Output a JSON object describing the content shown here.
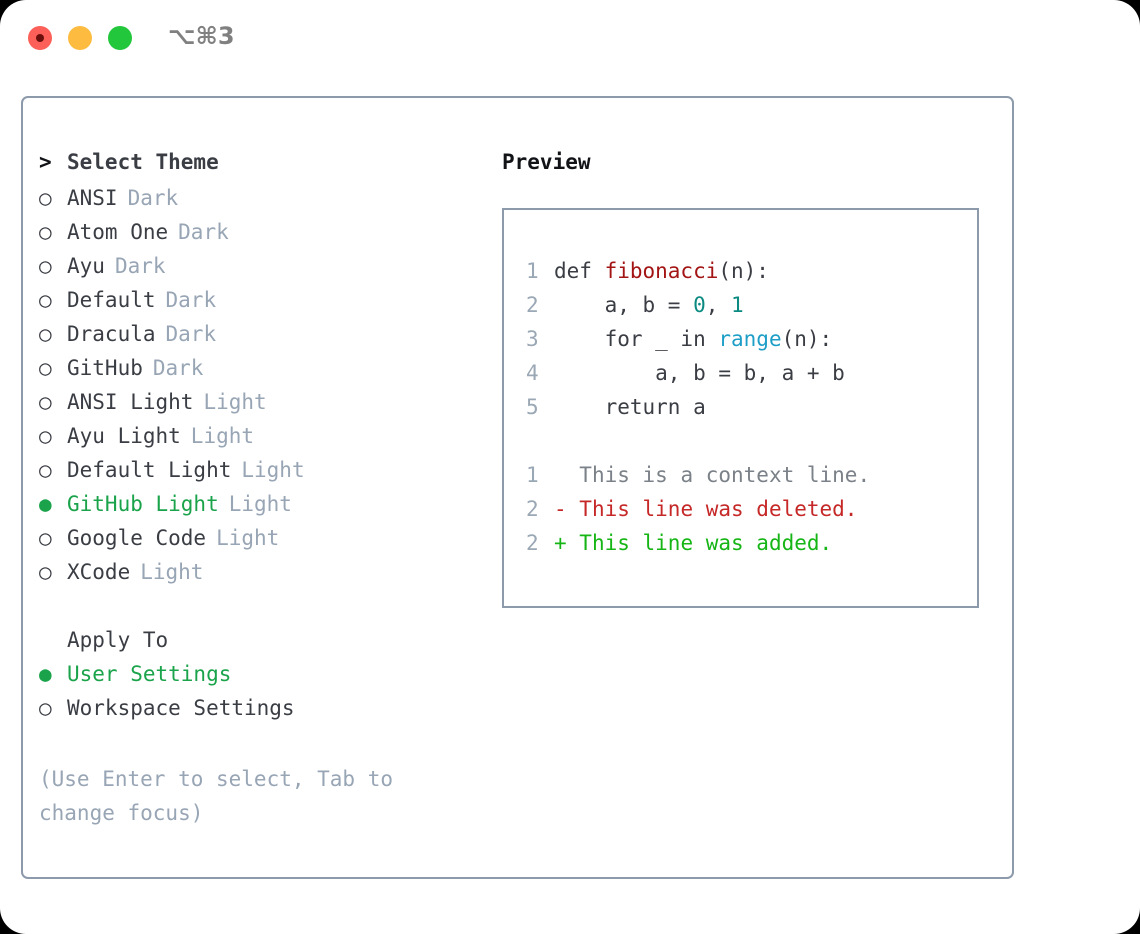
{
  "titlebar": {
    "shortcut": "⌥⌘3",
    "buttons": [
      {
        "name": "close-button",
        "color": "#fc6058"
      },
      {
        "name": "minimize-button",
        "color": "#fdbc40"
      },
      {
        "name": "maximize-button",
        "color": "#22c73c"
      }
    ]
  },
  "theme_picker": {
    "header_marker": ">",
    "header": "Select Theme",
    "items": [
      {
        "marker": "○",
        "label": "ANSI",
        "tag": "Dark",
        "selected": false
      },
      {
        "marker": "○",
        "label": "Atom One",
        "tag": "Dark",
        "selected": false
      },
      {
        "marker": "○",
        "label": "Ayu",
        "tag": "Dark",
        "selected": false
      },
      {
        "marker": "○",
        "label": "Default",
        "tag": "Dark",
        "selected": false
      },
      {
        "marker": "○",
        "label": "Dracula",
        "tag": "Dark",
        "selected": false
      },
      {
        "marker": "○",
        "label": "GitHub",
        "tag": "Dark",
        "selected": false
      },
      {
        "marker": "○",
        "label": "ANSI Light",
        "tag": "Light",
        "selected": false
      },
      {
        "marker": "○",
        "label": "Ayu Light",
        "tag": "Light",
        "selected": false
      },
      {
        "marker": "○",
        "label": "Default Light",
        "tag": "Light",
        "selected": false
      },
      {
        "marker": "●",
        "label": "GitHub Light",
        "tag": "Light",
        "selected": true
      },
      {
        "marker": "○",
        "label": "Google Code",
        "tag": "Light",
        "selected": false
      },
      {
        "marker": "○",
        "label": "XCode",
        "tag": "Light",
        "selected": false
      }
    ]
  },
  "apply_to": {
    "header_marker": " ",
    "header": "Apply To",
    "items": [
      {
        "marker": "●",
        "label": "User Settings",
        "selected": true
      },
      {
        "marker": "○",
        "label": "Workspace Settings",
        "selected": false
      }
    ]
  },
  "hint": "(Use Enter to select, Tab to change focus)",
  "preview": {
    "title": "Preview",
    "code_lines": [
      {
        "number": "1",
        "tokens": [
          {
            "text": "def ",
            "type": "plain"
          },
          {
            "text": "fibonacci",
            "type": "fn"
          },
          {
            "text": "(n):",
            "type": "plain"
          }
        ]
      },
      {
        "number": "2",
        "tokens": [
          {
            "text": "    a, b = ",
            "type": "plain"
          },
          {
            "text": "0",
            "type": "num"
          },
          {
            "text": ", ",
            "type": "plain"
          },
          {
            "text": "1",
            "type": "num"
          }
        ]
      },
      {
        "number": "3",
        "tokens": [
          {
            "text": "    for _ in ",
            "type": "plain"
          },
          {
            "text": "range",
            "type": "call"
          },
          {
            "text": "(n):",
            "type": "plain"
          }
        ]
      },
      {
        "number": "4",
        "tokens": [
          {
            "text": "        a, b = b, a + b",
            "type": "plain"
          }
        ]
      },
      {
        "number": "5",
        "tokens": [
          {
            "text": "    return a",
            "type": "plain"
          }
        ]
      }
    ],
    "diff_lines": [
      {
        "number": "1",
        "prefix": "  ",
        "text": "This is a context line.",
        "kind": "context"
      },
      {
        "number": "2",
        "prefix": "- ",
        "text": "This line was deleted.",
        "kind": "deleted"
      },
      {
        "number": "2",
        "prefix": "+ ",
        "text": "This line was added.",
        "kind": "added"
      }
    ]
  },
  "colors": {
    "accent_green": "#1aa34a",
    "border": "#8d9aab",
    "muted": "#98a5b5",
    "text": "#3a3d44",
    "syntax_function": "#a31515",
    "syntax_number": "#0a8a80",
    "syntax_call": "#1d9ec7",
    "diff_deleted": "#c62828",
    "diff_added": "#16b516"
  }
}
